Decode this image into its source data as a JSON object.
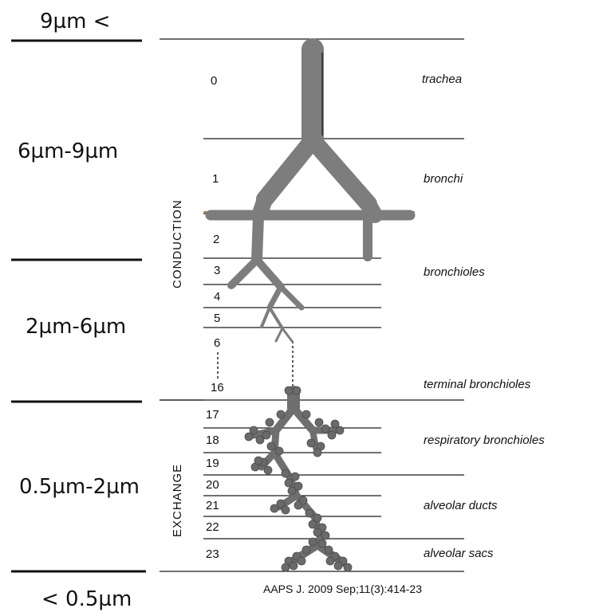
{
  "size_labels": {
    "top": "9µm <",
    "band1": "6µm-9µm",
    "band2": "2µm-6µm",
    "band3": "0.5µm-2µm",
    "bottom": "< 0.5µm"
  },
  "phases": {
    "conduction": "CONDUCTION",
    "exchange": "EXCHANGE"
  },
  "generations": [
    "0",
    "1",
    "2",
    "3",
    "4",
    "5",
    "6",
    "16",
    "17",
    "18",
    "19",
    "20",
    "21",
    "22",
    "23"
  ],
  "regions": {
    "trachea": "trachea",
    "bronchi": "bronchi",
    "bronchioles": "bronchioles",
    "terminal_bronchioles": "terminal bronchioles",
    "respiratory_bronchioles": "respiratory bronchioles",
    "alveolar_ducts": "alveolar ducts",
    "alveolar_sacs": "alveolar sacs"
  },
  "citation": "AAPS J. 2009 Sep;11(3):414-23",
  "colors": {
    "airway": "#7d7d7d",
    "airway_dark": "#5e5e5e",
    "line": "#1a1a1a",
    "highlight_line": "#c8823a"
  }
}
